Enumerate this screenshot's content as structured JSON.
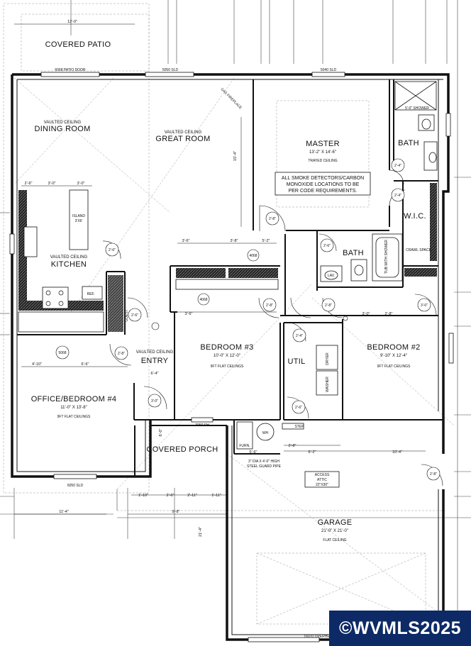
{
  "rooms": {
    "covered_patio": "COVERED PATIO",
    "dining_room": "DINING ROOM",
    "dining_ceiling": "VAULTED CEILING",
    "great_room": "GREAT ROOM",
    "great_ceiling": "VAULTED CEILING",
    "master": "MASTER",
    "master_size": "13'-2\" X 14'-6\"",
    "master_ceiling": "TRAYED CEILING",
    "bath_master": "BATH",
    "wic": "W.I.C.",
    "kitchen": "KITCHEN",
    "kitchen_ceiling": "VAULTED CEILING",
    "bath_hall": "BATH",
    "bedroom3": "BEDROOM #3",
    "bedroom3_size": "10'-0\" X 12'-0\"",
    "bedroom3_ceiling": "9FT FLAT CEILINGS",
    "bedroom2": "BEDROOM #2",
    "bedroom2_size": "9'-10\" X 12'-4\"",
    "bedroom2_ceiling": "9FT FLAT CEILINGS",
    "entry": "ENTRY",
    "entry_ceiling": "VAULTED CEILING",
    "util": "UTIL",
    "office": "OFFICE/BEDROOM #4",
    "office_size": "11'-0\" X 13'-8\"",
    "office_ceiling": "9FT FLAT CEILINGS",
    "covered_porch": "COVERED PORCH",
    "garage": "GARAGE",
    "garage_size": "21'-0\" X 21'-0\"",
    "garage_ceiling": "FLAT CEILING"
  },
  "notes": {
    "smoke_line1": "ALL SMOKE DETECTORS/CARBON",
    "smoke_line2": "MONOXIDE LOCATIONS TO BE",
    "smoke_line3": "PER CODE REQUIREMENTS.",
    "access_line1": "ACCESS",
    "access_line2": "ATTIC",
    "access_line3": "22\"X30\"",
    "guard_line1": "3\" DIA X 4'-0\" HIGH",
    "guard_line2": "STEEL GUARD PIPE",
    "gas_fireplace": "GAS FIREPLACE",
    "crawl_space": "CRAWL SPACE",
    "island": "ISLAND",
    "island_size": "3'X6'",
    "shower_master": "5'-0\" SHOWER",
    "tub_shower": "TUB WITH SHOWER",
    "step": "STEP",
    "furn": "FURN.",
    "wh": "WH",
    "refr": "REF.",
    "guest": "GUEST",
    "dryer": "DRYER",
    "washer": "WASHER",
    "lav": "LAV."
  },
  "windows": {
    "patio_door": "6068 PATIO DOOR",
    "great_sld": "5050 SLD",
    "master_sld": "5040 SLD",
    "office_sld": "6050 SLD",
    "bed3_sh": "3050 SH",
    "overhead": "16070 OVERHEAD",
    "w5068": "5068",
    "w4068a": "4068",
    "w4068b": "4068"
  },
  "doors": {
    "d1": "2'-8\"",
    "d2": "2'-4\"",
    "d3": "2'-4\"",
    "d4": "2'-6\"",
    "d5": "2'-6\"",
    "d6": "2'-8\"",
    "d7": "2'-8\"",
    "d8": "2'-6\"",
    "d9": "3'-0\"",
    "d10": "3'-0\"",
    "d11": "2'-8\"",
    "d12": "2'-4\"",
    "d13": "2'-6\"",
    "d14": "2'-8\""
  },
  "dims": {
    "patio_width": "12'-0\"",
    "office_w": "11'-4\"",
    "porch_w": "9'-8\"",
    "garage_w": "10'-4\"",
    "gr_depth": "15'-4\"",
    "porch_d": "6'-0\"",
    "garage_d": "21'-4\"",
    "k1": "2'-6\"",
    "k2": "3'-0\"",
    "k3": "3'-0\"",
    "b1": "3'-6\"",
    "b2": "3'-8\"",
    "b3": "5'-2\"",
    "c1": "3'-6\"",
    "c2": "3'-0\"",
    "c3": "2'-8\"",
    "e1": "4'-10\"",
    "e2": "6'-6\"",
    "e3": "6'-4\"",
    "g1": "1'-10\"",
    "g2": "2'-6\"",
    "g3": "2'-11\"",
    "g4": "1'-11\"",
    "u1": "5'-6\"",
    "u2": "6'-2\"",
    "u3": "2'-8\""
  },
  "watermark": "©WVMLS2025"
}
